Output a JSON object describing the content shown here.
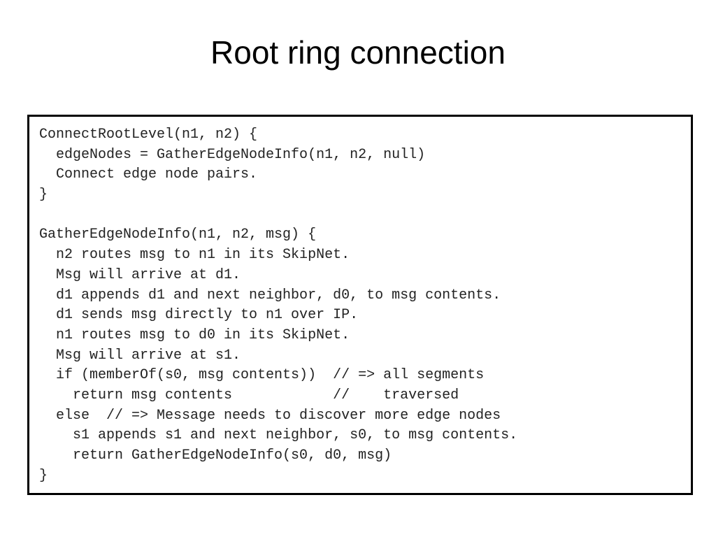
{
  "slide": {
    "title": "Root ring connection"
  },
  "code": {
    "lines": [
      "ConnectRootLevel(n1, n2) {",
      "  edgeNodes = GatherEdgeNodeInfo(n1, n2, null)",
      "  Connect edge node pairs.",
      "}",
      "",
      "GatherEdgeNodeInfo(n1, n2, msg) {",
      "  n2 routes msg to n1 in its SkipNet.",
      "  Msg will arrive at d1.",
      "  d1 appends d1 and next neighbor, d0, to msg contents.",
      "  d1 sends msg directly to n1 over IP.",
      "  n1 routes msg to d0 in its SkipNet.",
      "  Msg will arrive at s1.",
      "  if (memberOf(s0, msg contents))  // => all segments",
      "    return msg contents            //    traversed",
      "  else  // => Message needs to discover more edge nodes",
      "    s1 appends s1 and next neighbor, s0, to msg contents.",
      "    return GatherEdgeNodeInfo(s0, d0, msg)",
      "}"
    ]
  }
}
